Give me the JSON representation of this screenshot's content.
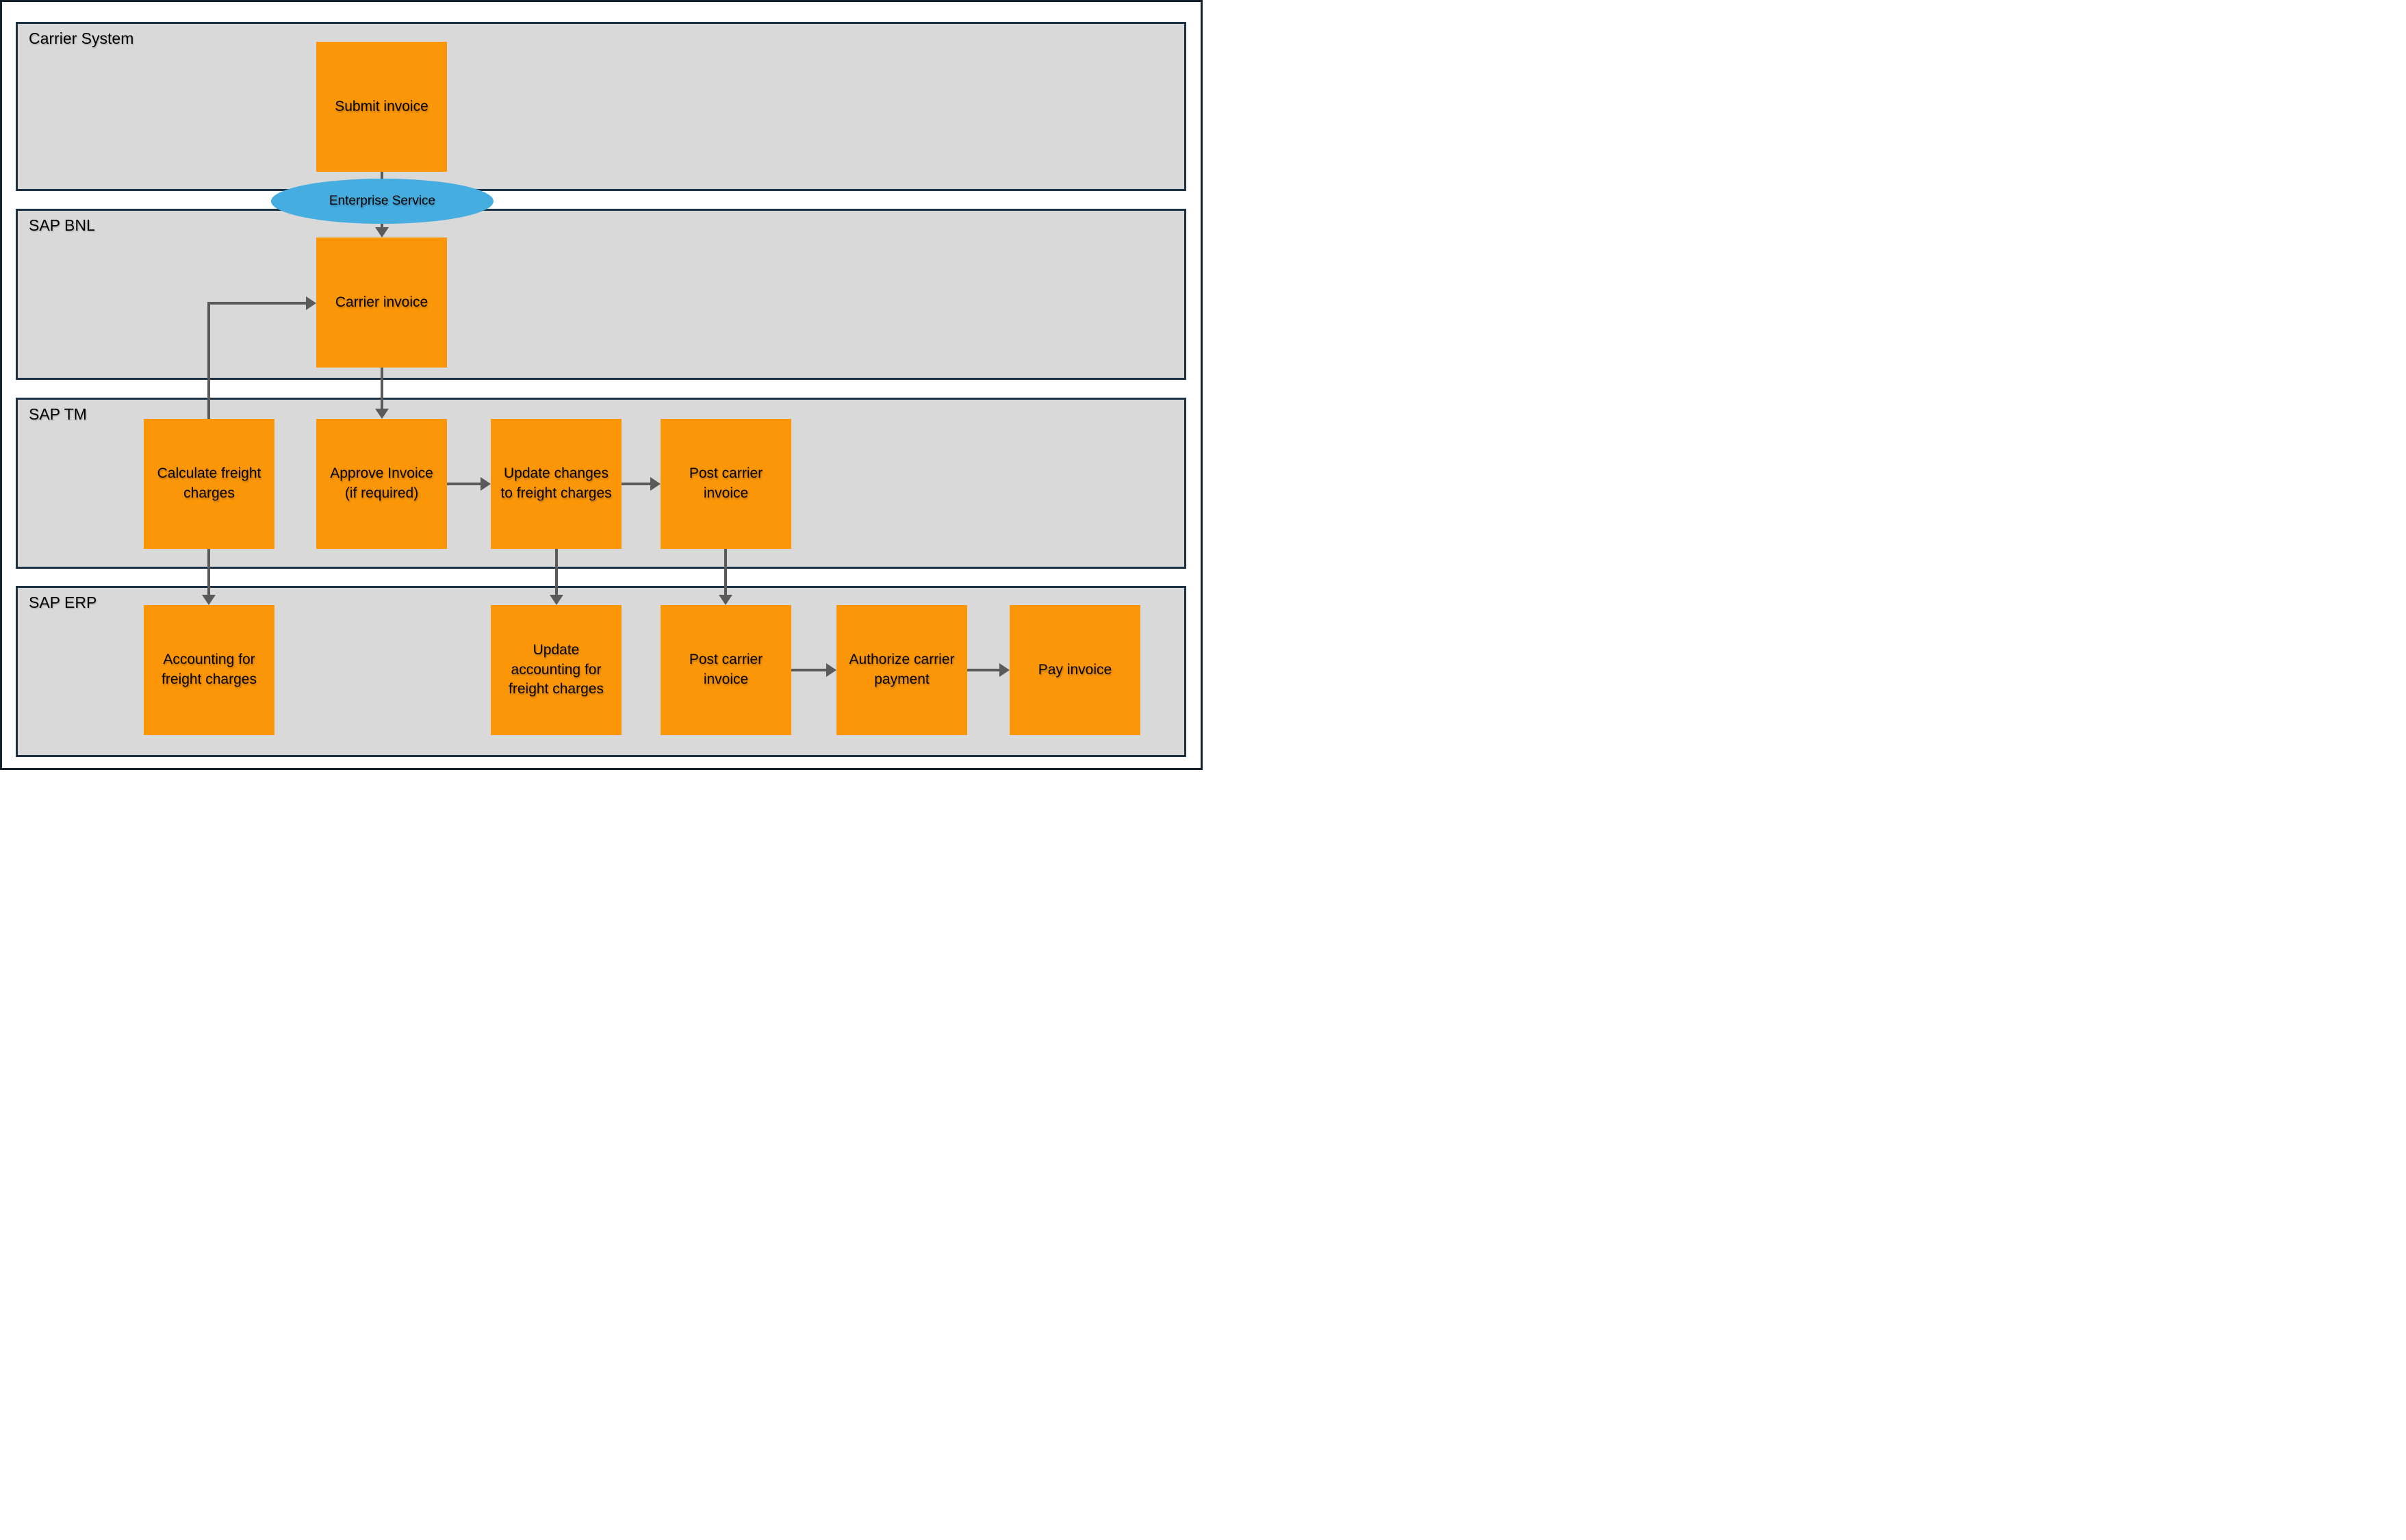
{
  "colors": {
    "page-border": "#15222e",
    "lane-border": "#1e3245",
    "lane-fill": "#d9d9d9",
    "task-fill": "#fb9608",
    "ellipse-fill": "#45ade0",
    "arrow": "#5a5a5a",
    "text": "#000000"
  },
  "lanes": [
    {
      "label": "Carrier System",
      "boxes": [
        {
          "label": "Submit invoice"
        }
      ]
    },
    {
      "label": "SAP BNL",
      "boxes": [
        {
          "label": "Carrier invoice"
        }
      ]
    },
    {
      "label": "SAP TM",
      "boxes": [
        {
          "label": "Calculate freight charges"
        },
        {
          "label": "Approve Invoice (if required)"
        },
        {
          "label": "Update changes to freight charges"
        },
        {
          "label": "Post carrier invoice"
        }
      ]
    },
    {
      "label": "SAP ERP",
      "boxes": [
        {
          "label": "Accounting for freight charges"
        },
        {
          "label": "Update accounting for freight charges"
        },
        {
          "label": "Post carrier invoice"
        },
        {
          "label": "Authorize carrier payment"
        },
        {
          "label": "Pay invoice"
        }
      ]
    }
  ],
  "connector": {
    "label": "Enterprise Service"
  }
}
